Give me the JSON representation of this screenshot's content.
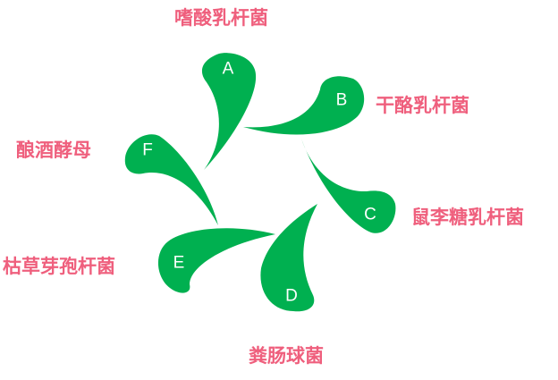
{
  "diagram": {
    "petal_color": "#00b050",
    "letter_color": "#ffffff",
    "label_color": "#ef5f7d",
    "petals": [
      {
        "letter": "A",
        "organism": "嗜酸乳杆菌"
      },
      {
        "letter": "B",
        "organism": "干酪乳杆菌"
      },
      {
        "letter": "C",
        "organism": "鼠李糖乳杆菌"
      },
      {
        "letter": "D",
        "organism": "粪肠球菌"
      },
      {
        "letter": "E",
        "organism": "枯草芽孢杆菌"
      },
      {
        "letter": "F",
        "organism": "酿酒酵母"
      }
    ]
  }
}
